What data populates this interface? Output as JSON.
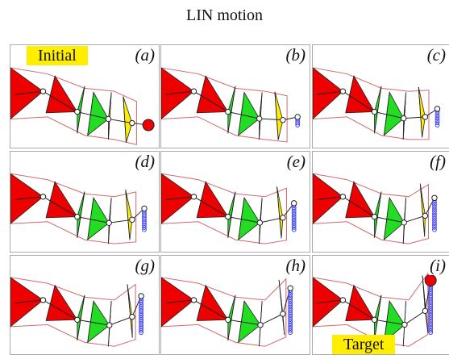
{
  "title": "LIN motion",
  "panels": [
    {
      "label": "(a)",
      "tag": "Initial",
      "trail": 0.0,
      "marker": "initial"
    },
    {
      "label": "(b)",
      "trail": 0.15
    },
    {
      "label": "(c)",
      "trail": 0.3
    },
    {
      "label": "(d)",
      "trail": 0.4
    },
    {
      "label": "(e)",
      "trail": 0.5
    },
    {
      "label": "(f)",
      "trail": 0.6
    },
    {
      "label": "(g)",
      "trail": 0.7
    },
    {
      "label": "(h)",
      "trail": 0.85
    },
    {
      "label": "(i)",
      "tag": "Target",
      "trail": 1.0,
      "marker": "target"
    }
  ],
  "colors": {
    "red": "#ee0000",
    "green": "#22dd22",
    "yellow": "#ffee00",
    "frame": "#d46a6a",
    "trail": "#4444ee",
    "marker": "#ee0000",
    "tag_bg": "#ffee00"
  }
}
